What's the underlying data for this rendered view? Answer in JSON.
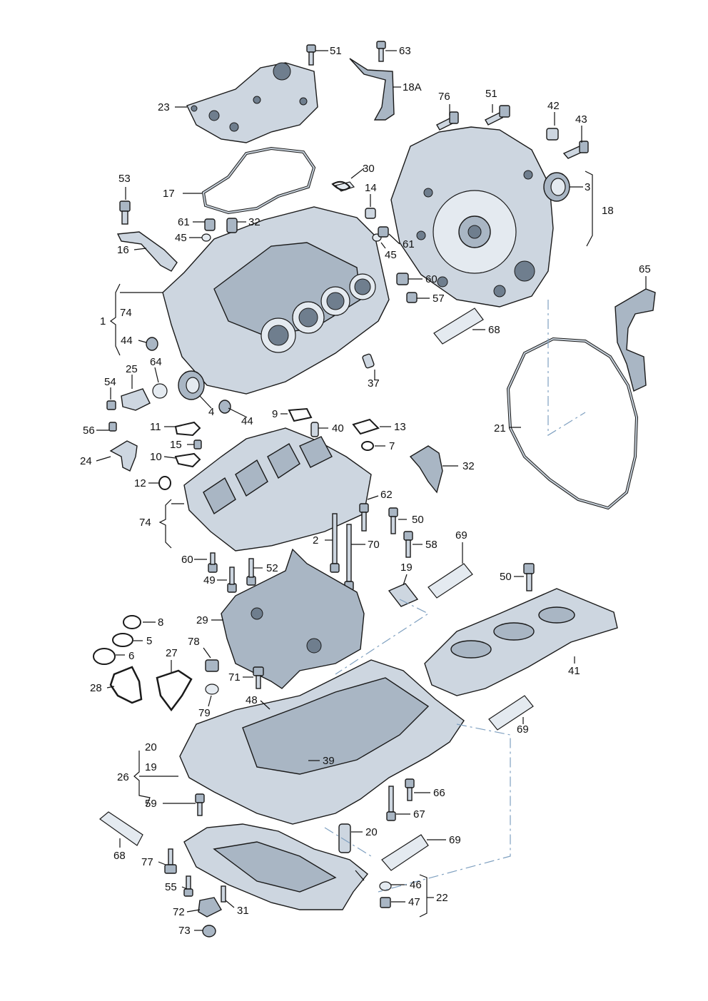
{
  "diagram": {
    "callouts": {
      "c51a": "51",
      "c63": "63",
      "c18A": "18A",
      "c23": "23",
      "c76": "76",
      "c51b": "51",
      "c42": "42",
      "c43": "43",
      "c30": "30",
      "c17": "17",
      "c3": "3",
      "c18": "18",
      "c53": "53",
      "c14": "14",
      "c61a": "61",
      "c32a": "32",
      "c45a": "45",
      "c45b": "45",
      "c61b": "61",
      "c16": "16",
      "c60a": "60",
      "c65": "65",
      "c1": "1",
      "c74a": "74",
      "c57": "57",
      "c44a": "44",
      "c68a": "68",
      "c25": "25",
      "c64": "64",
      "c37": "37",
      "c54": "54",
      "c4": "4",
      "c44b": "44",
      "c21": "21",
      "c9": "9",
      "c40": "40",
      "c13": "13",
      "c56": "56",
      "c11": "11",
      "c15": "15",
      "c7": "7",
      "c24": "24",
      "c10": "10",
      "c32b": "32",
      "c12": "12",
      "c62": "62",
      "c74b": "74",
      "c50a": "50",
      "c2": "2",
      "c70": "70",
      "c58": "58",
      "c60b": "60",
      "c19a": "19",
      "c69a": "69",
      "c49": "49",
      "c52": "52",
      "c50b": "50",
      "c8": "8",
      "c5": "5",
      "c29": "29",
      "c6": "6",
      "c78": "78",
      "c27": "27",
      "c41": "41",
      "c28": "28",
      "c71": "71",
      "c79": "79",
      "c48": "48",
      "c69b": "69",
      "c20a": "20",
      "c26": "26",
      "c19b": "19",
      "c39": "39",
      "c66": "66",
      "c59": "59",
      "c67": "67",
      "c20b": "20",
      "c68b": "68",
      "c69c": "69",
      "c77": "77",
      "c55": "55",
      "c46": "46",
      "c22": "22",
      "c72": "72",
      "c31": "31",
      "c47": "47",
      "c73": "73"
    }
  }
}
